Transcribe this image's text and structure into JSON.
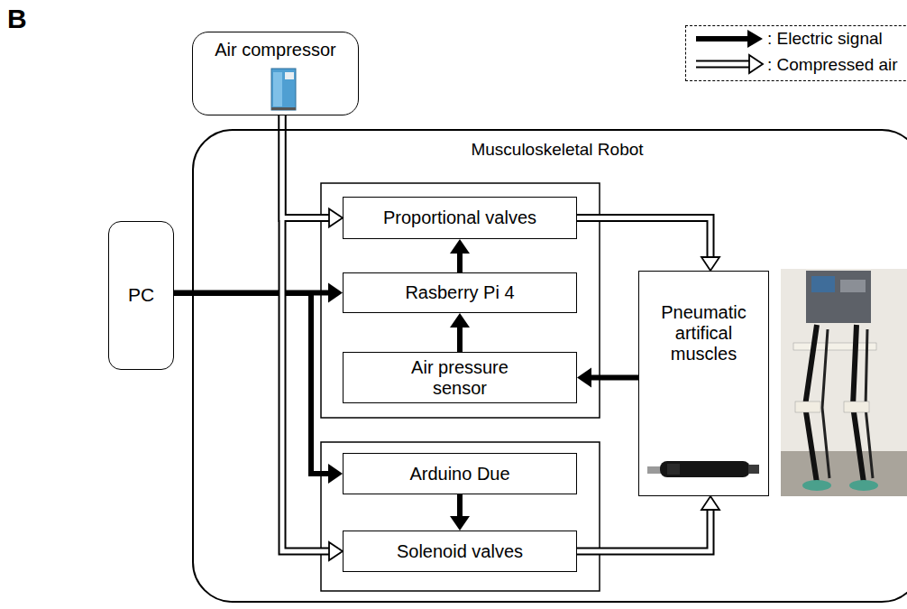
{
  "diagram": {
    "nodes": [
      {
        "text": [
          "Air compressor"
        ]
      },
      {
        "text": [
          "Musculoskeletal Robot"
        ]
      },
      {
        "text": [
          "Proportional valves"
        ],
        "in": 1
      },
      {
        "text": [
          "PC"
        ]
      },
      {
        "text": [
          "Rasberry Pi 4"
        ],
        "in": 1
      },
      {
        "text": [
          "Air pressure sensor"
        ],
        "in": 1
      },
      {
        "text": [
          "Pneumatic artifical muscles"
        ],
        "in": 1
      },
      {
        "text": [
          "Arduino Due"
        ],
        "in": 1
      },
      {
        "text": [
          "Solenoid valves"
        ],
        "in": 1
      }
    ],
    "edges": [
      {
        "from": 0,
        "to": 2,
        "arrow": "to"
      },
      {
        "from": 0,
        "to": 8,
        "arrow": "to"
      },
      {
        "from": 3,
        "to": 4,
        "arrow": "to"
      },
      {
        "from": 3,
        "to": 7,
        "arrow": "to"
      },
      {
        "from": 4,
        "to": 2,
        "arrow": "to"
      },
      {
        "from": 5,
        "to": 4,
        "arrow": "to"
      },
      {
        "from": 6,
        "to": 5,
        "arrow": "to"
      },
      {
        "from": 7,
        "to": 8,
        "arrow": "to"
      },
      {
        "from": 2,
        "to": 6,
        "arrow": "to"
      },
      {
        "from": 8,
        "to": 6,
        "arrow": "to"
      }
    ],
    "labels": [
      "B"
    ],
    "legend": [
      {
        "text": ": Electric signal"
      },
      {
        "text": ": Compressed air"
      }
    ]
  }
}
